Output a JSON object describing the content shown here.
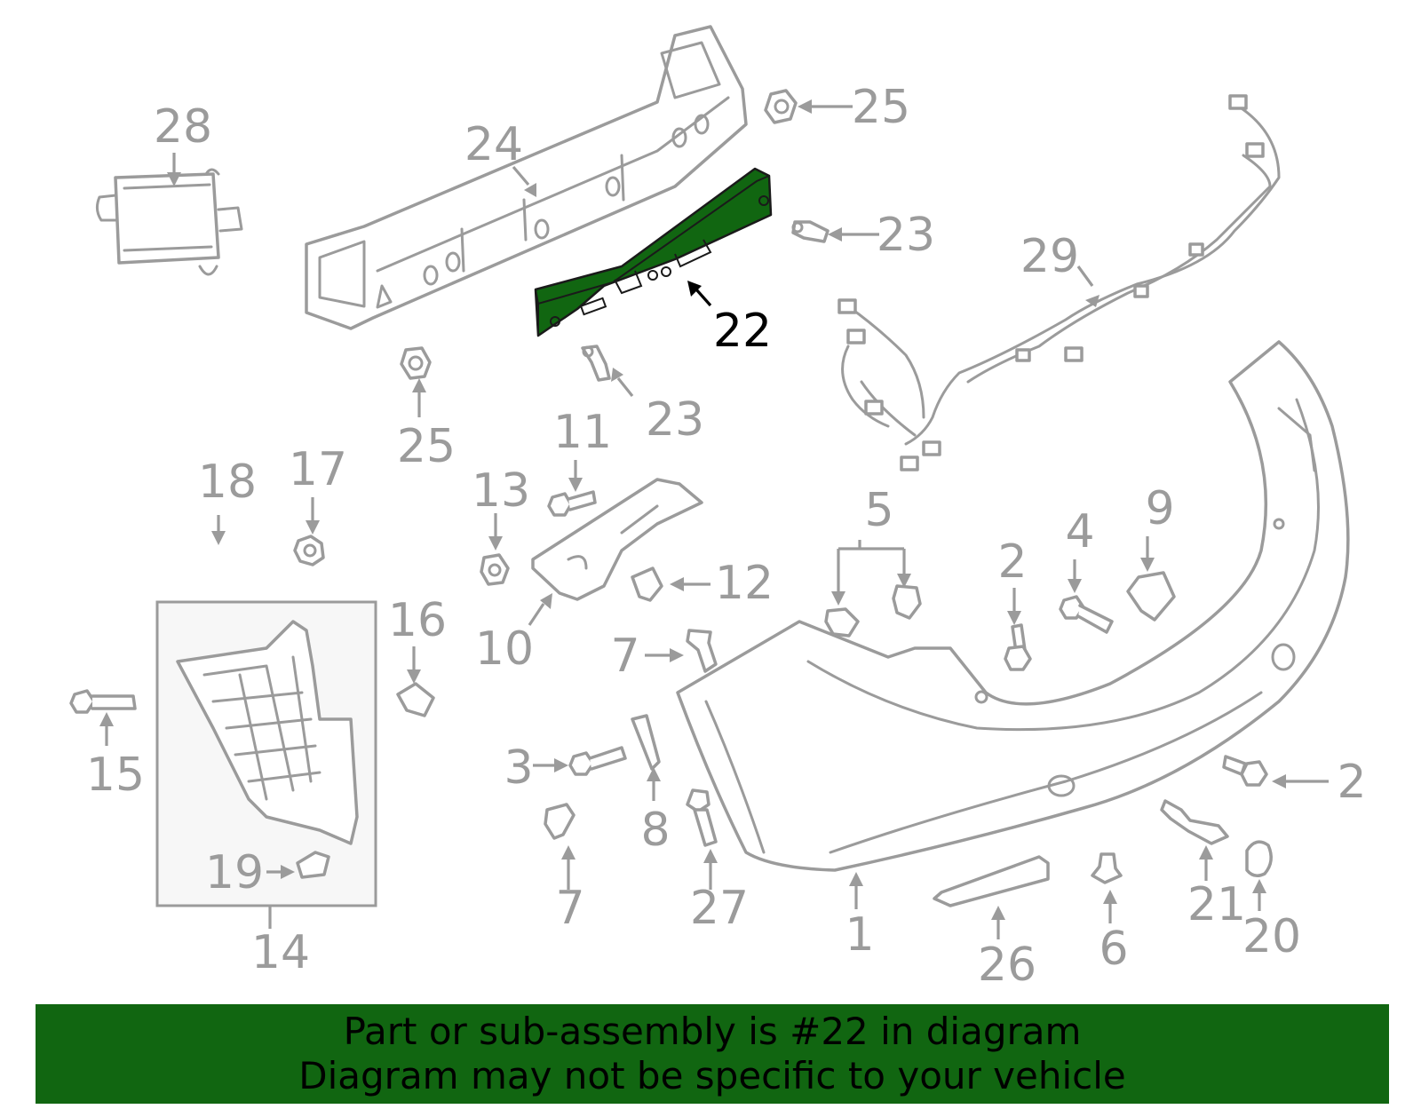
{
  "diagram": {
    "highlight_color": "#116611",
    "line_color": "#9b9b9b",
    "highlighted_part": "22",
    "callouts": [
      {
        "id": "c28",
        "label": "28"
      },
      {
        "id": "c24",
        "label": "24"
      },
      {
        "id": "c25a",
        "label": "25"
      },
      {
        "id": "c23a",
        "label": "23"
      },
      {
        "id": "c22",
        "label": "22"
      },
      {
        "id": "c29",
        "label": "29"
      },
      {
        "id": "c25b",
        "label": "25"
      },
      {
        "id": "c23b",
        "label": "23"
      },
      {
        "id": "c11",
        "label": "11"
      },
      {
        "id": "c18",
        "label": "18"
      },
      {
        "id": "c17",
        "label": "17"
      },
      {
        "id": "c13",
        "label": "13"
      },
      {
        "id": "c5",
        "label": "5"
      },
      {
        "id": "c9",
        "label": "9"
      },
      {
        "id": "c4",
        "label": "4"
      },
      {
        "id": "c2a",
        "label": "2"
      },
      {
        "id": "c12",
        "label": "12"
      },
      {
        "id": "c16",
        "label": "16"
      },
      {
        "id": "c10",
        "label": "10"
      },
      {
        "id": "c7a",
        "label": "7"
      },
      {
        "id": "c15",
        "label": "15"
      },
      {
        "id": "c3",
        "label": "3"
      },
      {
        "id": "c8",
        "label": "8"
      },
      {
        "id": "c2b",
        "label": "2"
      },
      {
        "id": "c19",
        "label": "19"
      },
      {
        "id": "c7b",
        "label": "7"
      },
      {
        "id": "c27",
        "label": "27"
      },
      {
        "id": "c21",
        "label": "21"
      },
      {
        "id": "c20",
        "label": "20"
      },
      {
        "id": "c6",
        "label": "6"
      },
      {
        "id": "c14",
        "label": "14"
      },
      {
        "id": "c1",
        "label": "1"
      },
      {
        "id": "c26",
        "label": "26"
      }
    ]
  },
  "banner": {
    "line1": "Part or sub-assembly is #22 in diagram",
    "line2": "Diagram may not be specific to your vehicle",
    "background": "#116611"
  }
}
